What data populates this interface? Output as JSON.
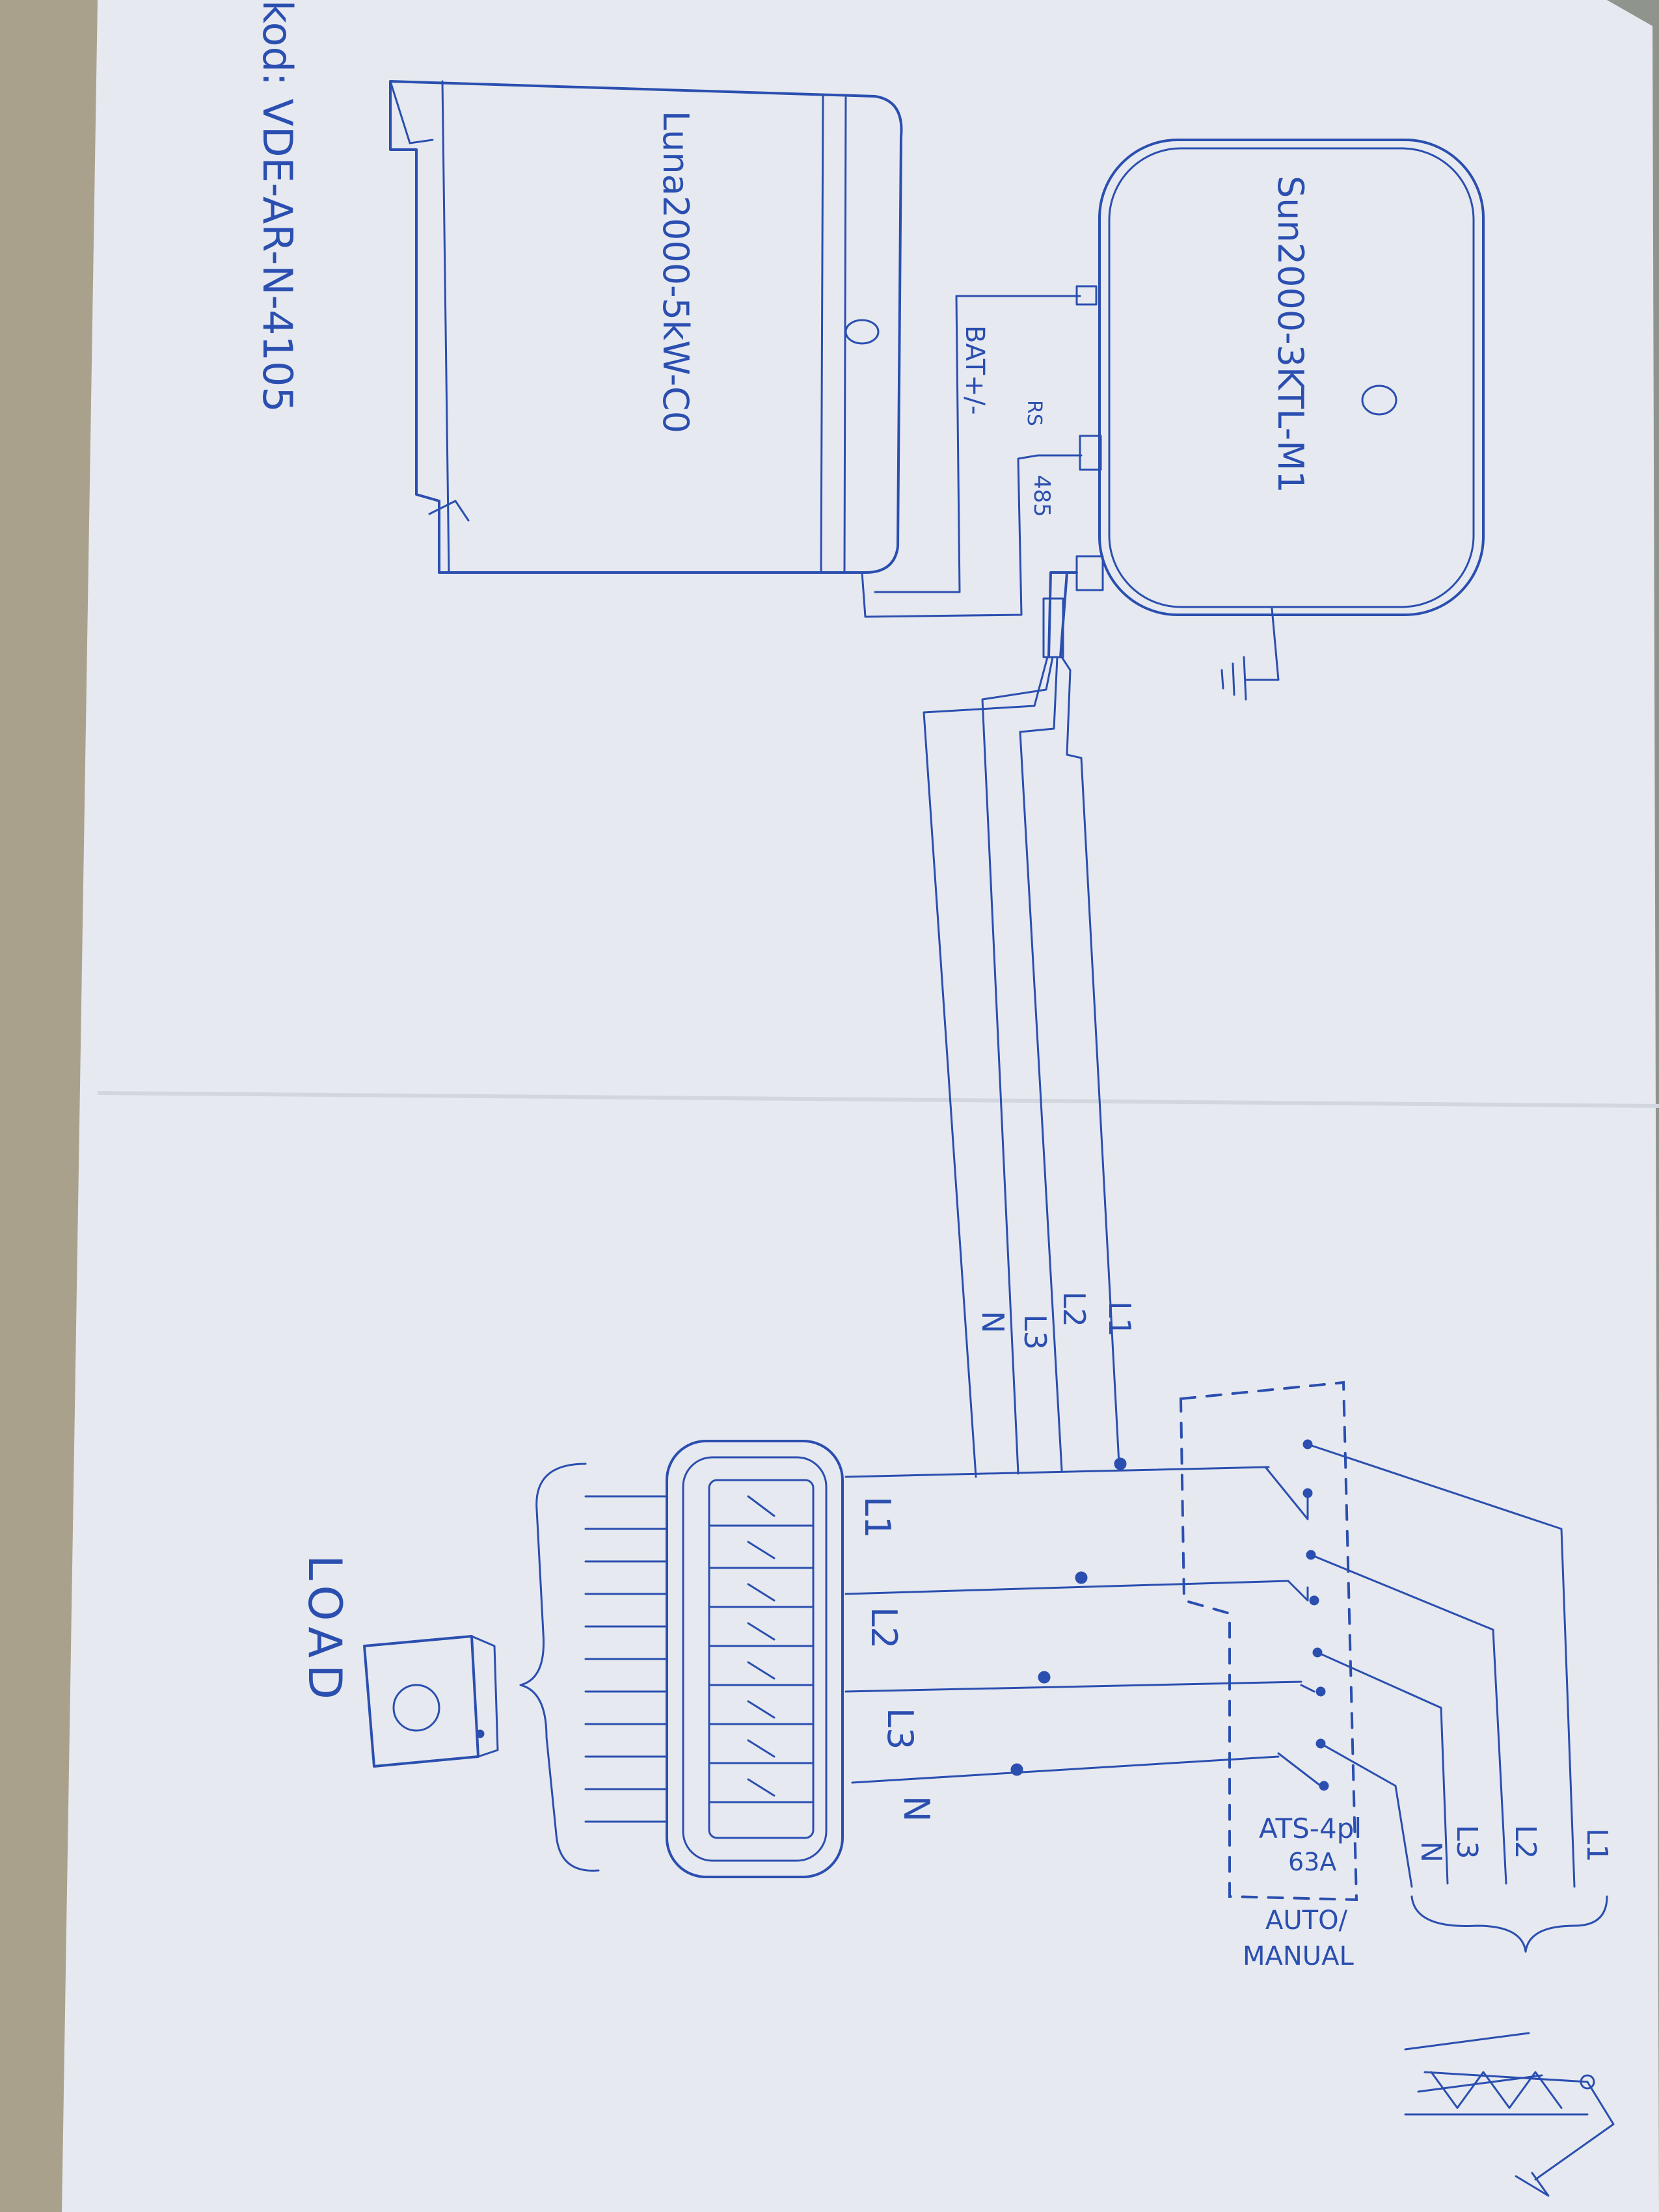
{
  "diagram": {
    "standard_code": "kod: VDE-AR-N-4105",
    "battery_label": "Luna2000-5kW-C0",
    "inverter_label": "Sun2000-3KTL-M1",
    "bat_connection_label": "BAT+/-",
    "rs485_prefix": "RS",
    "rs485_number": "485",
    "cable_labels": [
      "L1",
      "L2",
      "L3",
      "N"
    ],
    "busbar_labels": [
      "L1",
      "L2",
      "L3",
      "N"
    ],
    "grid_labels": [
      "L1",
      "L2",
      "L3",
      "N"
    ],
    "ats_label_line1": "ATS-4pl",
    "ats_label_line2": "63A",
    "ats_mode_line1": "AUTO/",
    "ats_mode_line2": "MANUAL",
    "load_label": "LOAD"
  }
}
